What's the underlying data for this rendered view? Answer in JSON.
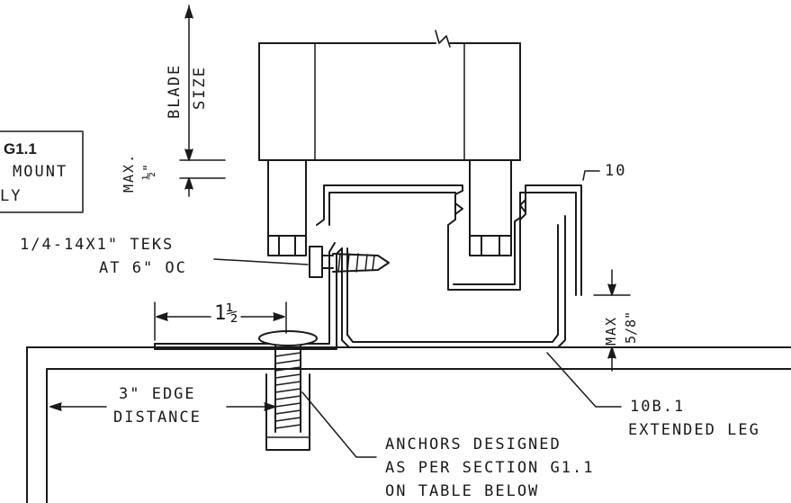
{
  "detail_ref": {
    "code": "G1.1",
    "line1": "MOUNT",
    "line2": "LY"
  },
  "dimensions": {
    "blade_size": [
      "BLADE",
      "SIZE"
    ],
    "max_top": "MAX.",
    "max_top_value": "½\"",
    "max_right": "MAX",
    "max_right_value": "5/8\"",
    "one_half": "1½",
    "edge_distance": [
      "3\" EDGE",
      "DISTANCE"
    ]
  },
  "callouts": {
    "part_10": "10",
    "teks": [
      "1/4-14X1\" TEKS",
      "AT 6\" OC"
    ],
    "part_10b1": [
      "10B.1",
      "EXTENDED LEG"
    ],
    "anchors": [
      "ANCHORS DESIGNED",
      "AS PER SECTION G1.1",
      "ON TABLE BELOW"
    ]
  },
  "colors": {
    "line": "#1a1a1a",
    "background": "#ffffff"
  }
}
